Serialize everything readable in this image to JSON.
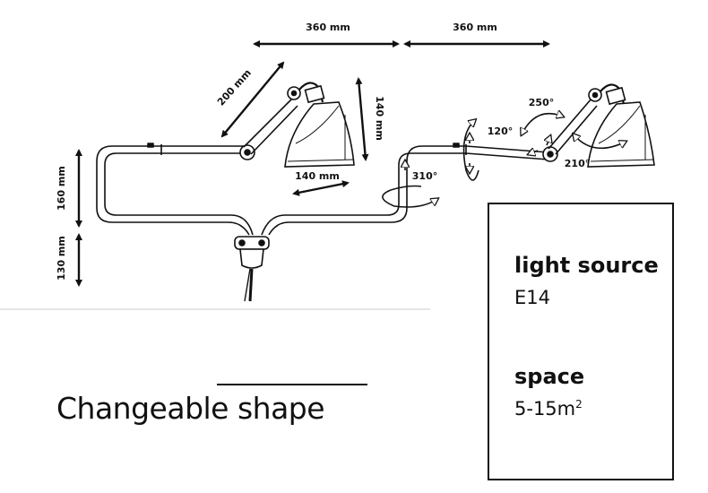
{
  "dimensions": {
    "top_left": "360 mm",
    "top_right": "360 mm",
    "arm_diag": "200 mm",
    "shade_height": "140 mm",
    "shade_width": "140 mm",
    "body_upper": "160 mm",
    "body_lower": "130 mm"
  },
  "angles": {
    "joint": "120°",
    "shade_tilt": "250°",
    "shade_rotate": "210°",
    "base_rotate": "310°"
  },
  "headline": "Changeable shape",
  "specs": {
    "light_source_label": "light source",
    "light_source_value": "E14",
    "space_label": "space",
    "space_value": "5-15m",
    "space_unit_sup": "2"
  },
  "colors": {
    "ink": "#111111",
    "rule": "#cccccc",
    "background": "#ffffff"
  }
}
